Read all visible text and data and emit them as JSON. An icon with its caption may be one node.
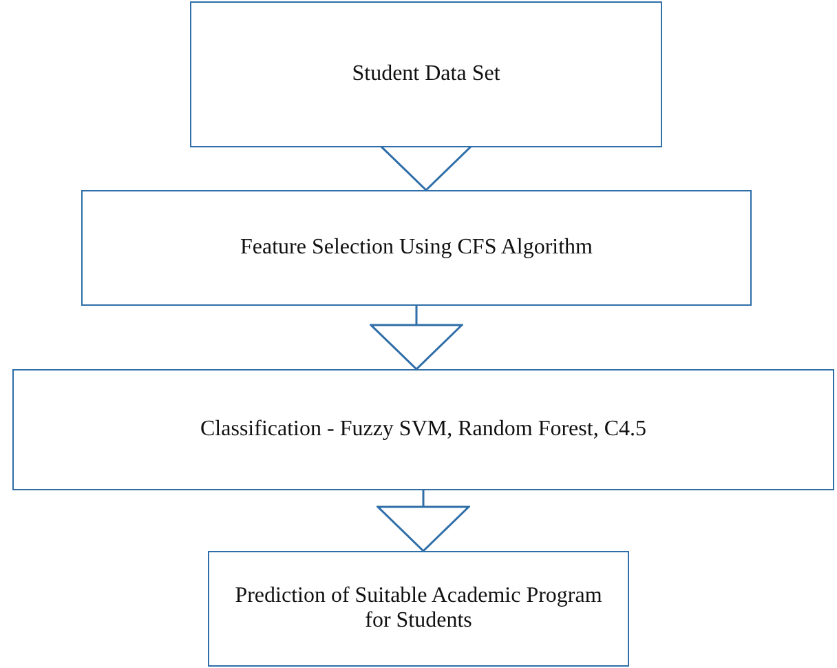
{
  "diagram": {
    "nodes": [
      {
        "text": [
          "Student Data Set"
        ]
      },
      {
        "text": [
          "Feature Selection Using CFS Algorithm"
        ]
      },
      {
        "text": [
          "Classification - Fuzzy SVM, Random Forest, C4.5"
        ]
      },
      {
        "text": [
          "Prediction of Suitable Academic Program for Students"
        ]
      }
    ],
    "edges": [
      {
        "from": 0,
        "to": 1,
        "arrow": "to"
      },
      {
        "from": 1,
        "to": 2,
        "arrow": "to"
      },
      {
        "from": 2,
        "to": 3,
        "arrow": "to"
      }
    ]
  }
}
